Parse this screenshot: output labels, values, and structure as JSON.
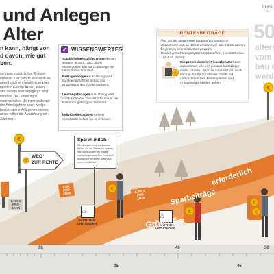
{
  "header": {
    "title_line1": "und Anlegen",
    "title_line2": "Alter",
    "series_label": "PERS",
    "series_sub": "Ra"
  },
  "intro": {
    "line1": "n kann, hängt von",
    "line2": "d davon, wie gut",
    "line3": "ben."
  },
  "body_column": "steht ein zusätzliches Einkom- erhalten. Die private Altersvor- ist gewöhnlich ein langfristiger plan, bei dem Geld in Aktien, teilen und andere Wertanlagen rt wird mit dem Ziel, einen ng zu erwirtschaften. Je mehr während der Arbeitsjahren spart wird je besser sich e Anlagen rentieren, umso höher die Auszahlung im Alter sein.",
  "wissenswertes": {
    "title": "WISSENSWERTES",
    "icon": "check-icon",
    "items": [
      {
        "term": "Staatliche/gesetzliche Rente",
        "text": "Renten werden, je nach Land, durch Steuergelder oder durch Beiträge der Versicherten finanziert."
      },
      {
        "term": "Beitragsbezogen",
        "text": "Auszahlung wird durch eingezahlten Betrag und Entwicklung des Fonds bestimmt."
      },
      {
        "term": "Leistungsbezogen",
        "text": "Auszahlung wird durch Höhe des Gehalts oder Dauer der Betriebszugehörigkeit bestimmt."
      },
      {
        "term": "Individuelles Sparen",
        "text": "Anleger entscheidet selbst, wo er investiert."
      }
    ]
  },
  "rentenbeitraege": {
    "title": "RENTENBEITRÄGE",
    "para1": "Wer mit 65 Jahren eine garantierte monatliche Zusatzrente von ca. 250 € erhalten will und mit 25 Jahren beginnt, in ein risikoarmes privates Rentenversicherungssystem einzuzahlen, investiert etwa 175 € im Monat.",
    "para2_term": "Ein professioneller Finanzberater",
    "para2": "kann ausrechnen, wie viel jemand zurücklegen muss, um sein Sparziel zu erreichen; auch kann er Sparprodukte wie Fonds mit unterschiedlichen Rentenplänen und Anlagemöglichkeiten geben."
  },
  "right_text": {
    "big": "50",
    "line1": "alters",
    "line2": "vom l",
    "line3": "bau e",
    "line4": "werde"
  },
  "signs": {
    "weg_line1": "WEG",
    "weg_line2": "ZUR RENTE",
    "sparen_title": "Sparen mit 25",
    "sparen_text": "25 Jährigen mag es schwer fallen, für die Rente zu sparen, dennoch sollten sie etwas zurücklegen und ihre Sparziele allmählich steigern, wenn sie mehr verdienen.",
    "tag1": "175€ PRO JAHR",
    "tag2": "2.250 € PRO JAHR",
    "tag3": "1.700 € PRO JAHR",
    "hyp1_line1": "HYPOTHEK",
    "hyp1_line2": "UND KINDER",
    "hyp2_line1": "HYPOTHEK",
    "hyp2_line2": "UND KINDER"
  },
  "path_labels": {
    "sparbeitraege": "Sparbeiträge",
    "erforderlich": "erforderlich",
    "groessere": "Größere"
  },
  "ruler": {
    "ticks": [
      "30",
      "35",
      "40",
      "45",
      "50"
    ]
  },
  "colors": {
    "orange": "#e37a2c",
    "path": "#e6dccd",
    "purple": "#7a3a9a",
    "ground": "#dedbd6"
  }
}
